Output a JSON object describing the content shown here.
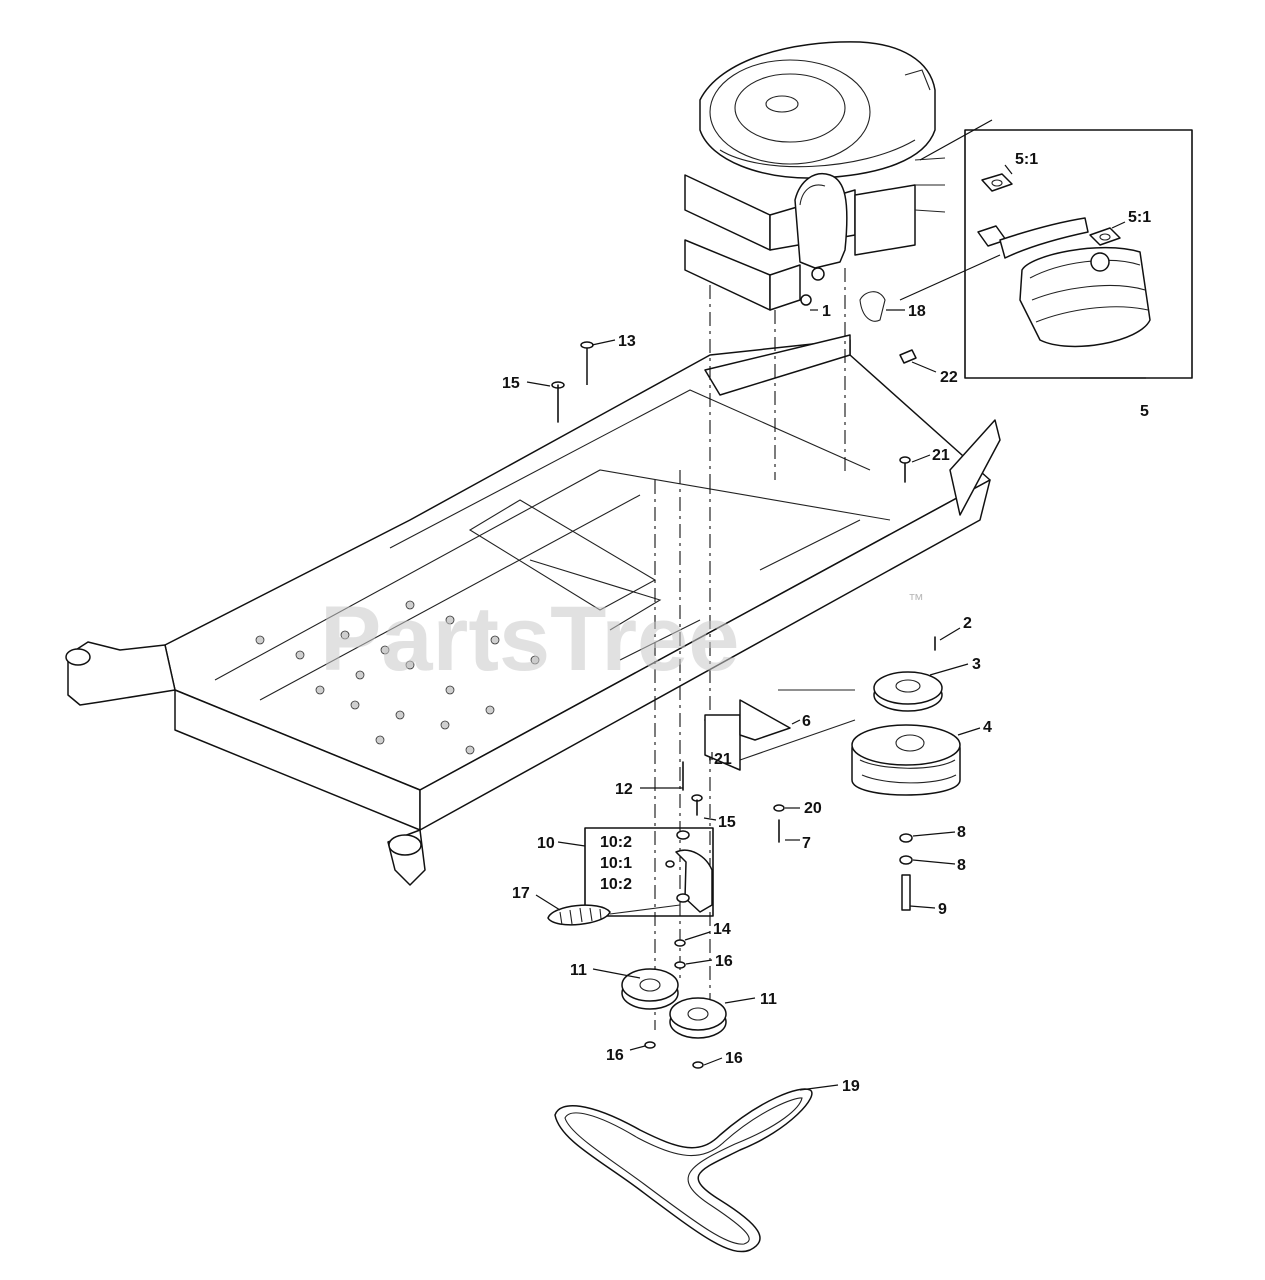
{
  "watermark": {
    "text": "PartsTree",
    "trademark": "™"
  },
  "callouts": {
    "c1": "1",
    "c2": "2",
    "c3": "3",
    "c4": "4",
    "c5": "5",
    "c5_1a": "5:1",
    "c5_1b": "5:1",
    "c6": "6",
    "c7": "7",
    "c8a": "8",
    "c8b": "8",
    "c9": "9",
    "c10": "10",
    "c10_2a": "10:2",
    "c10_1": "10:1",
    "c10_2b": "10:2",
    "c11a": "11",
    "c11b": "11",
    "c12": "12",
    "c13": "13",
    "c14": "14",
    "c15a": "15",
    "c15b": "15",
    "c16a": "16",
    "c16b": "16",
    "c16c": "16",
    "c17": "17",
    "c18": "18",
    "c19": "19",
    "c20": "20",
    "c21a": "21",
    "c21b": "21",
    "c22": "22"
  }
}
